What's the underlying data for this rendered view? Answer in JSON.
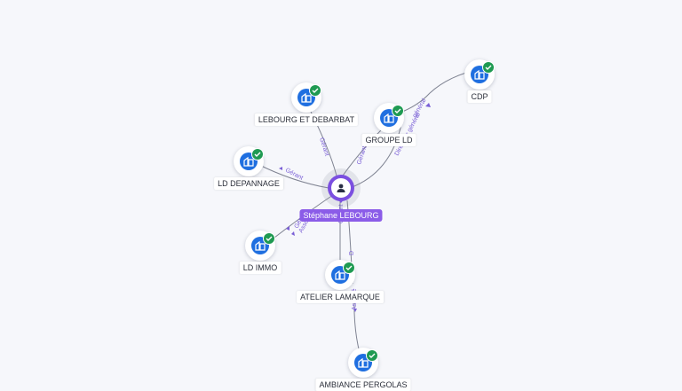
{
  "person": {
    "name": "Stéphane LEBOURG",
    "icon": "person-icon",
    "color": "#7b4fe0"
  },
  "companies": [
    {
      "id": "cdp",
      "name": "CDP",
      "icon": "building-icon",
      "status_icon": "check-icon"
    },
    {
      "id": "lebourg-debarbat",
      "name": "LEBOURG ET DEBARBAT",
      "icon": "building-icon",
      "status_icon": "check-icon"
    },
    {
      "id": "groupe-ld",
      "name": "GROUPE LD",
      "icon": "building-icon",
      "status_icon": "check-icon"
    },
    {
      "id": "ld-depannage",
      "name": "LD DEPANNAGE",
      "icon": "building-icon",
      "status_icon": "check-icon"
    },
    {
      "id": "ld-immo",
      "name": "LD IMMO",
      "icon": "building-icon",
      "status_icon": "check-icon"
    },
    {
      "id": "atelier-lamarque",
      "name": "ATELIER LAMARQUE",
      "icon": "building-icon",
      "status_icon": "check-icon"
    },
    {
      "id": "ambiance-pergolas",
      "name": "AMBIANCE PERGOLAS",
      "icon": "building-icon",
      "status_icon": "check-icon"
    }
  ],
  "relations": [
    {
      "from": "person",
      "to": "lebourg-debarbat",
      "label": "Gérant"
    },
    {
      "from": "person",
      "to": "groupe-ld",
      "label": "Gérant"
    },
    {
      "from": "person",
      "to": "groupe-ld",
      "label": "Directeur général"
    },
    {
      "from": "groupe-ld",
      "to": "cdp",
      "label": "général"
    },
    {
      "from": "person",
      "to": "ld-depannage",
      "label": "Gérant"
    },
    {
      "from": "person",
      "to": "ld-immo",
      "label": "Gérant"
    },
    {
      "from": "person",
      "to": "ld-immo",
      "label": "Associé"
    },
    {
      "from": "person",
      "to": "atelier-lamarque",
      "label": "Gérant"
    },
    {
      "from": "person",
      "to": "atelier-lamarque",
      "label": "D"
    },
    {
      "from": "atelier-lamarque",
      "to": "ambiance-pergolas",
      "label": "Associé"
    }
  ],
  "colors": {
    "company_icon": "#1f6fe0",
    "active_badge": "#1f9a52",
    "edge_label": "#7a5fd6",
    "background": "#f6f7fb"
  }
}
